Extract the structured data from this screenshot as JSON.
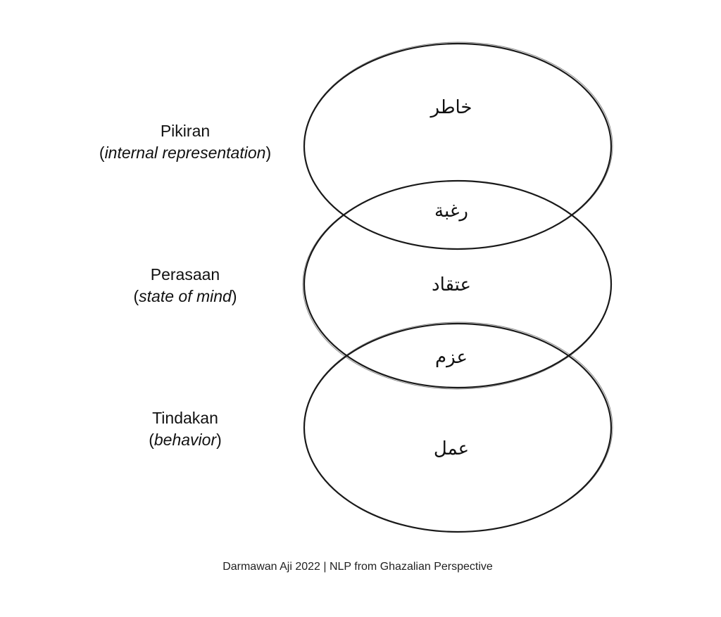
{
  "layers": [
    {
      "name": "Pikiran",
      "open": "(",
      "subtitle": "internal representation",
      "close": ")"
    },
    {
      "name": "Perasaan",
      "open": "(",
      "subtitle": "state of mind",
      "close": ")"
    },
    {
      "name": "Tindakan",
      "open": "(",
      "subtitle": "behavior",
      "close": ")"
    }
  ],
  "arabic_terms": {
    "khatir": "خاطر",
    "raghbah": "رغبة",
    "itiqad": "عتقاد",
    "azm": "عزم",
    "amal": "عمل"
  },
  "caption": "Darmawan Aji 2022 | NLP from Ghazalian Perspective",
  "colors": {
    "stroke": "#1a1a1a",
    "text": "#111111",
    "background": "#ffffff"
  }
}
